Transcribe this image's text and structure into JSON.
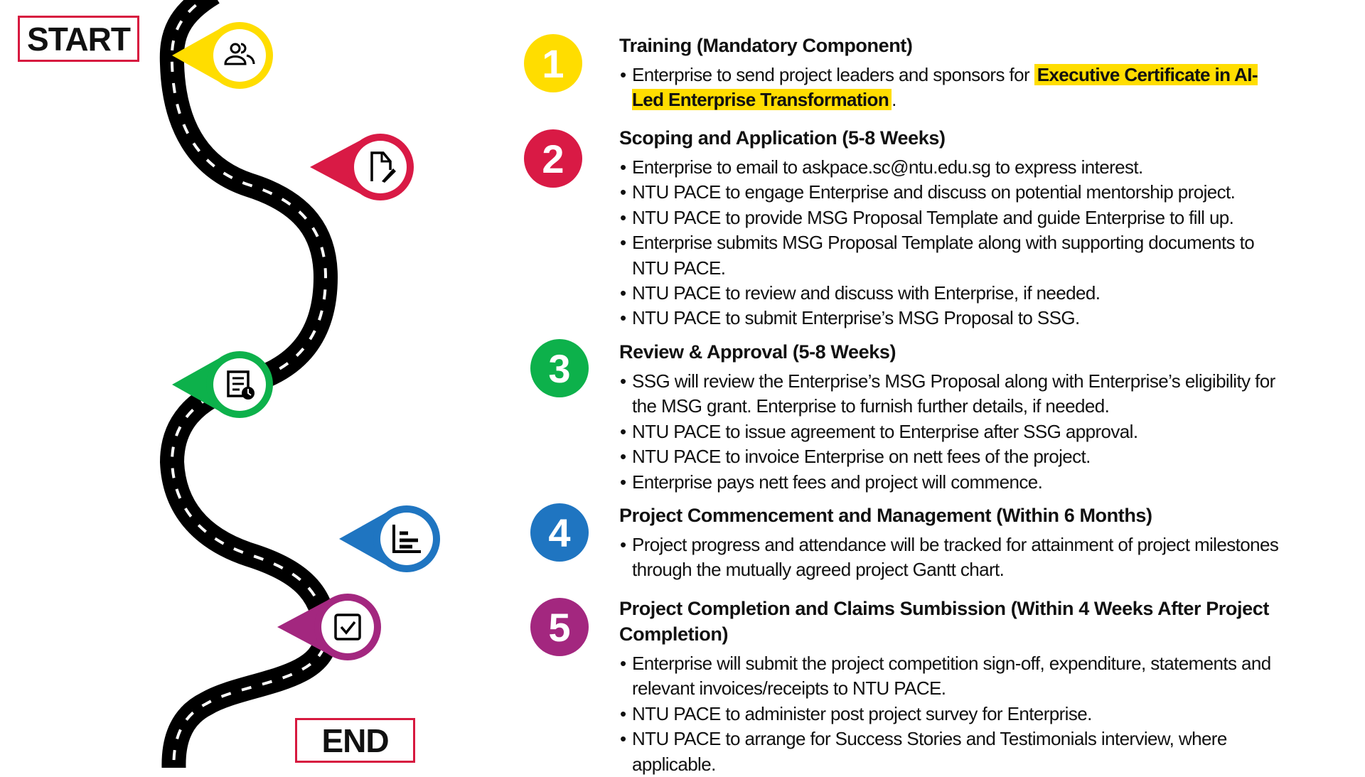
{
  "start_label": "START",
  "end_label": "END",
  "colors": {
    "step1": "#ffdd00",
    "step2": "#d91a45",
    "step3": "#0db14b",
    "step4": "#1f75c1",
    "step5": "#a3277f",
    "frame": "#d7193f"
  },
  "pins": [
    {
      "icon": "people-icon"
    },
    {
      "icon": "document-edit-icon"
    },
    {
      "icon": "document-clock-icon"
    },
    {
      "icon": "bar-chart-icon"
    },
    {
      "icon": "checkbox-icon"
    }
  ],
  "steps": [
    {
      "number": "1",
      "title": "Training (Mandatory Component)",
      "bullet_prefix": "Enterprise to send project leaders and sponsors for ",
      "bullet_highlight": "Executive Certificate in AI-Led Enterprise Transformation",
      "bullet_suffix": "."
    },
    {
      "number": "2",
      "title": "Scoping and Application (5-8 Weeks)",
      "bullets": [
        "Enterprise to email to askpace.sc@ntu.edu.sg to express interest.",
        "NTU PACE to engage Enterprise and discuss on potential mentorship project.",
        "NTU PACE to provide MSG Proposal Template and guide Enterprise to fill up.",
        "Enterprise submits MSG Proposal Template along with supporting documents to NTU PACE.",
        "NTU PACE to review and discuss with Enterprise, if needed.",
        "NTU PACE to submit Enterprise’s MSG Proposal to SSG."
      ]
    },
    {
      "number": "3",
      "title": "Review & Approval (5-8 Weeks)",
      "bullets": [
        "SSG will review the Enterprise’s MSG Proposal along with Enterprise’s eligibility for the MSG grant. Enterprise to furnish further details, if needed.",
        "NTU PACE to issue agreement to Enterprise after SSG approval.",
        "NTU PACE to invoice Enterprise on nett fees of the project.",
        "Enterprise pays nett fees and project will commence."
      ]
    },
    {
      "number": "4",
      "title": "Project Commencement and Management (Within 6 Months)",
      "bullets": [
        "Project progress and attendance will be tracked for attainment of project milestones through the mutually agreed project Gantt chart."
      ]
    },
    {
      "number": "5",
      "title": "Project Completion and Claims Sumbission (Within 4 Weeks After Project Completion)",
      "bullets": [
        "Enterprise will submit the project competition sign-off, expenditure, statements and relevant invoices/receipts to NTU PACE.",
        "NTU PACE to administer post project survey for Enterprise.",
        "NTU PACE to arrange for Success Stories and Testimonials interview, where applicable."
      ]
    }
  ]
}
